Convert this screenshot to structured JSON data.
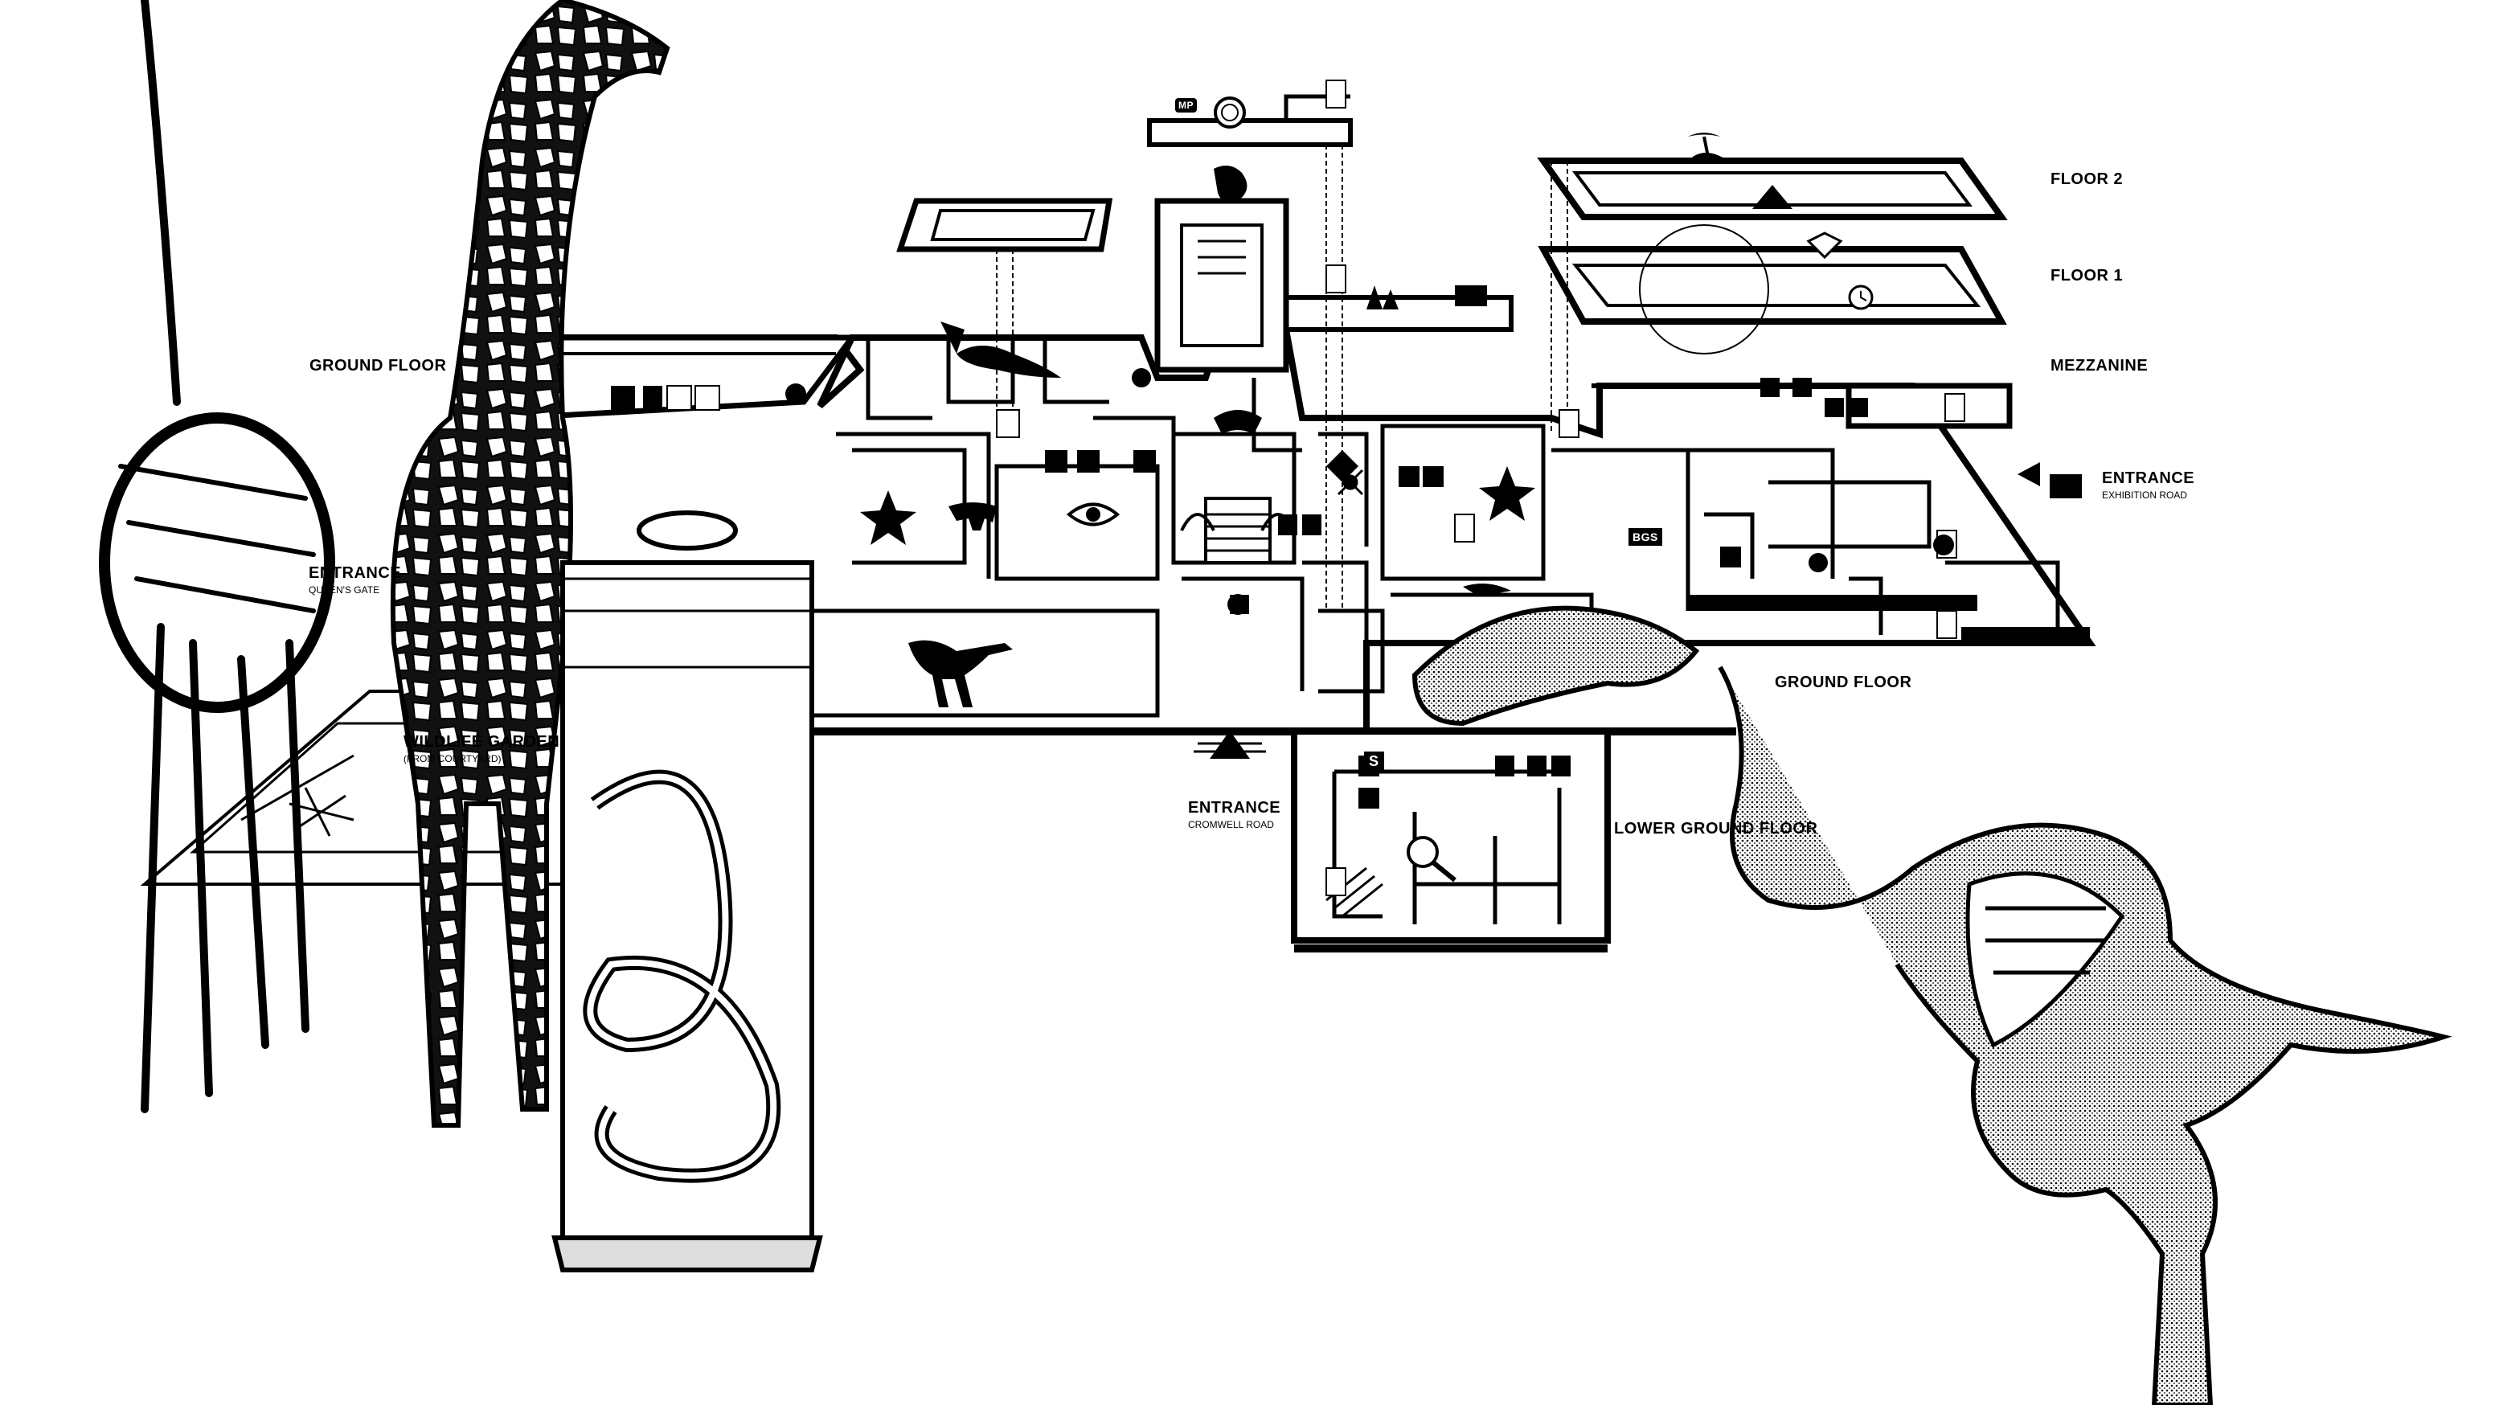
{
  "floors": {
    "floor_2": "FLOOR 2",
    "floor_1": "FLOOR 1",
    "mezzanine": "MEZZANINE",
    "ground_floor_left": "GROUND FLOOR",
    "ground_floor_right": "GROUND FLOOR",
    "lower_ground_floor": "LOWER GROUND FLOOR"
  },
  "entrances": {
    "queens_gate": {
      "title": "ENTRANCE",
      "subtitle": "QUEEN'S GATE"
    },
    "exhibition_road": {
      "title": "ENTRANCE",
      "subtitle": "EXHIBITION ROAD"
    },
    "cromwell_road": {
      "title": "ENTRANCE",
      "subtitle": "CROMWELL ROAD"
    }
  },
  "areas": {
    "wildlife_garden": {
      "title": "WILDLIFE GARDEN",
      "subtitle": "(FROM COURTYARD)"
    }
  },
  "icon_labels": {
    "mp": "MP",
    "bgs": "BGS",
    "shop": "S"
  },
  "colors": {
    "ink": "#000000",
    "paper": "#ffffff",
    "floor_fill": "#ffffff"
  }
}
